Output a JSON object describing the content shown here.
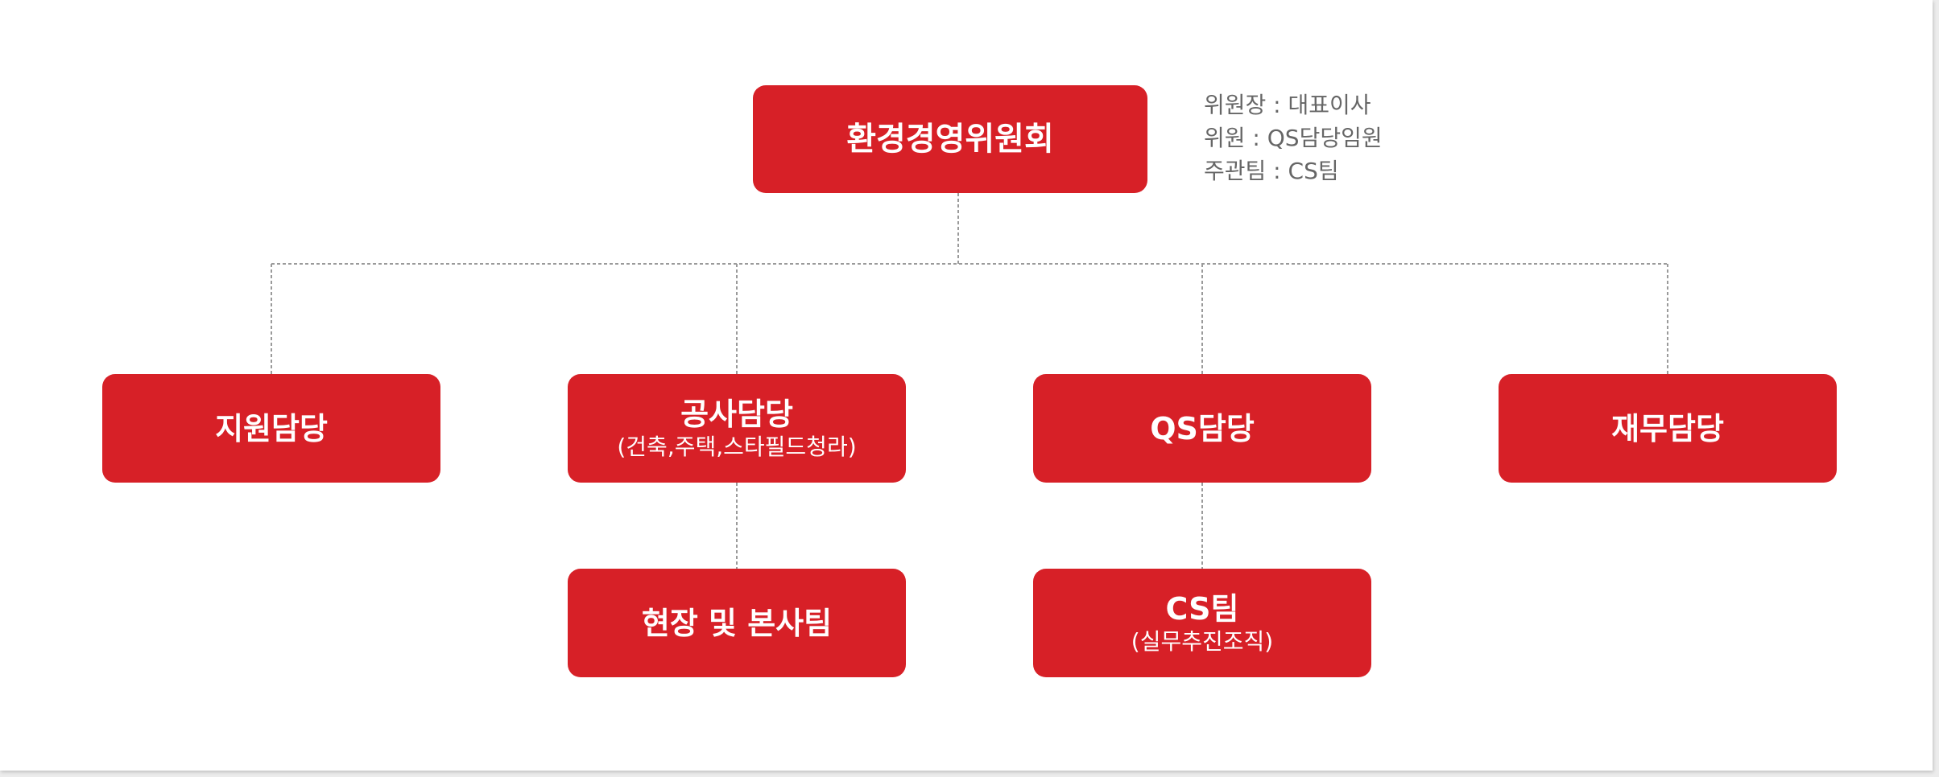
{
  "committee": {
    "title": "환경경영위원회",
    "notes": [
      "위원장 : 대표이사",
      "위원 : QS담당임원",
      "주관팀 : CS팀"
    ]
  },
  "departments": [
    {
      "title": "지원담당",
      "sub": ""
    },
    {
      "title": "공사담당",
      "sub": "(건축,주택,스타필드청라)"
    },
    {
      "title": "QS담당",
      "sub": ""
    },
    {
      "title": "재무담당",
      "sub": ""
    }
  ],
  "teams": [
    {
      "title": "현장 및 본사팀",
      "sub": ""
    },
    {
      "title": "CS팀",
      "sub": "(실무추진조직)"
    }
  ],
  "colors": {
    "box": "#d72027",
    "box_text": "#ffffff",
    "note_text": "#666666",
    "connector": "#9a9a9a"
  }
}
